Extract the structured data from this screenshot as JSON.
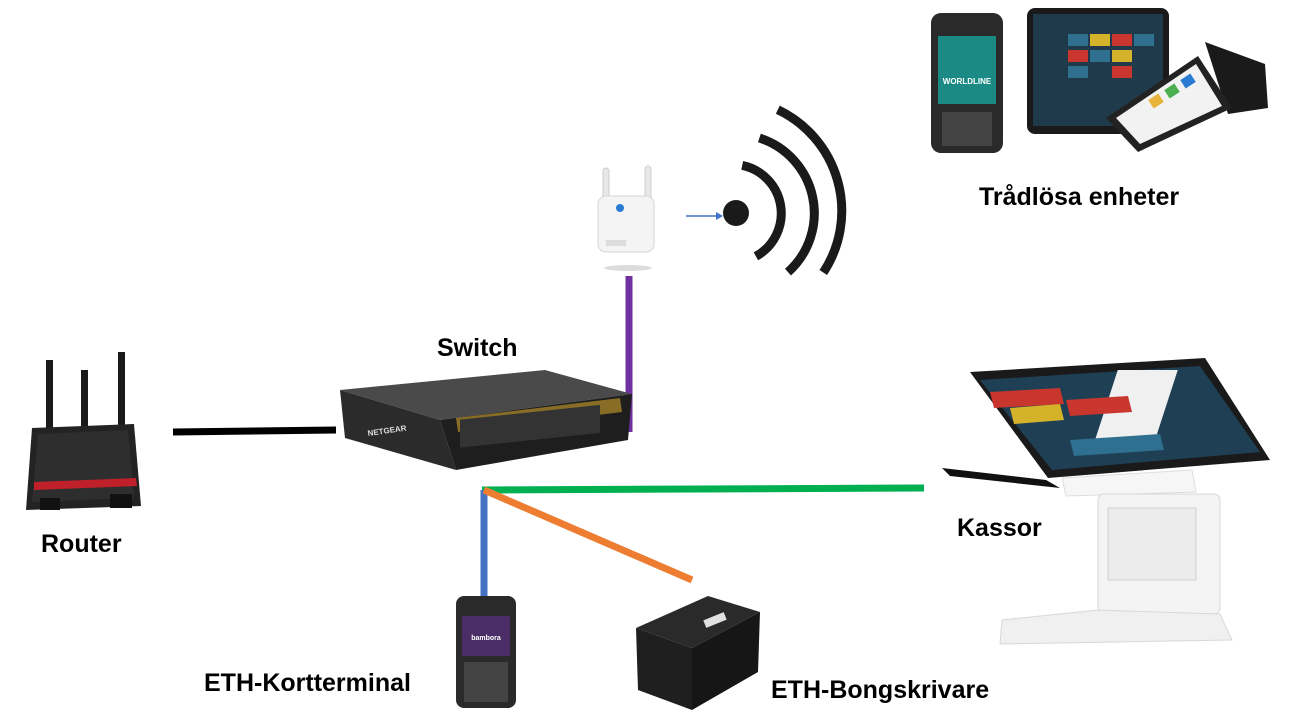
{
  "labels": {
    "wireless_devices": "Trådlösa enheter",
    "switch": "Switch",
    "router": "Router",
    "registers": "Kassor",
    "eth_card_terminal": "ETH-Kortterminal",
    "eth_receipt_printer": "ETH-Bongskrivare"
  },
  "devices": {
    "switch_brand": "NETGEAR",
    "card_terminal_brand": "bambora",
    "wireless_terminal_brand": "WORLDLINE"
  },
  "connection_colors": {
    "router_switch": "#000000",
    "switch_access_point": "#7030a0",
    "switch_registers": "#00b050",
    "switch_card_terminal": "#4472c4",
    "switch_receipt_printer": "#ed7d31"
  }
}
